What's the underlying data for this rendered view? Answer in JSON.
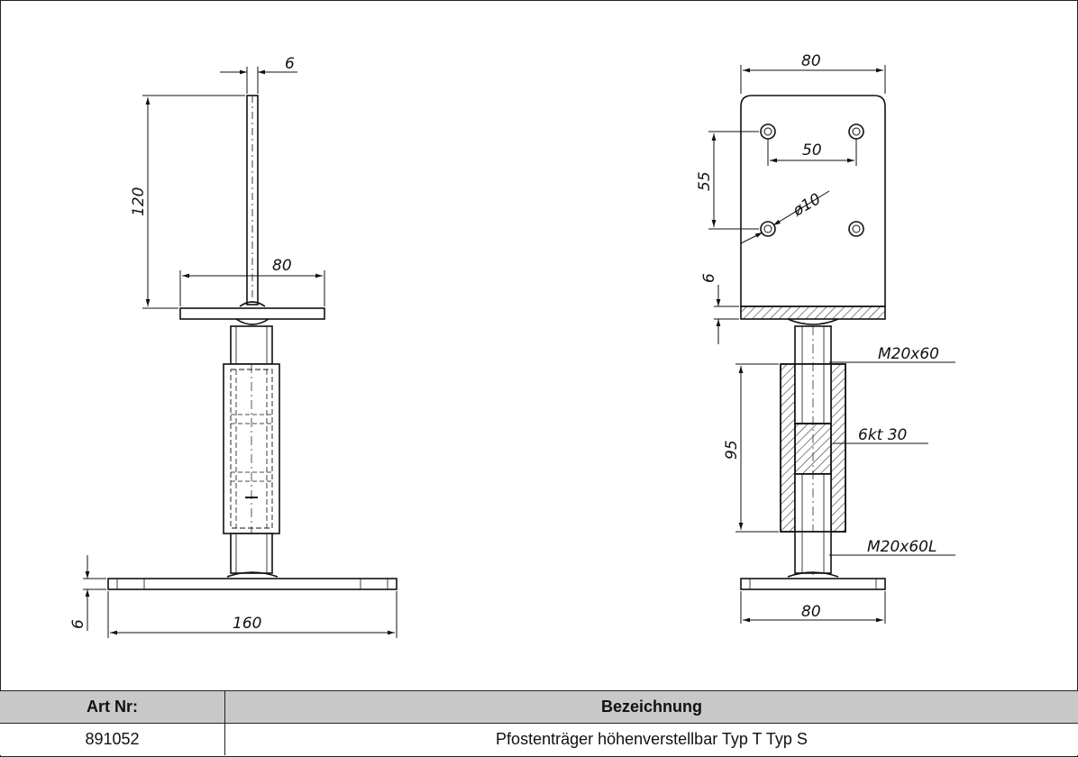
{
  "drawing": {
    "left_view": {
      "dim_post_thickness": "6",
      "dim_post_height": "120",
      "dim_top_plate_width": "80",
      "dim_base_width": "160",
      "dim_base_thickness": "6"
    },
    "right_view": {
      "dim_plate_width": "80",
      "dim_hole_spacing_horizontal": "50",
      "dim_hole_spacing_vertical": "55",
      "dim_hole_diameter": "ø10",
      "dim_plate_thickness": "6",
      "label_bolt_top": "M20x60",
      "label_nut": "6kt 30",
      "label_bolt_bottom": "M20x60L",
      "dim_sleeve_length": "95",
      "dim_base_width": "80"
    }
  },
  "table": {
    "headers": {
      "art_nr": "Art Nr:",
      "bezeichnung": "Bezeichnung"
    },
    "row": {
      "art_nr": "891052",
      "bezeichnung": "Pfostenträger höhenverstellbar Typ T Typ S"
    }
  },
  "colors": {
    "line": "#111111",
    "header_bg": "#c8c8c8"
  }
}
